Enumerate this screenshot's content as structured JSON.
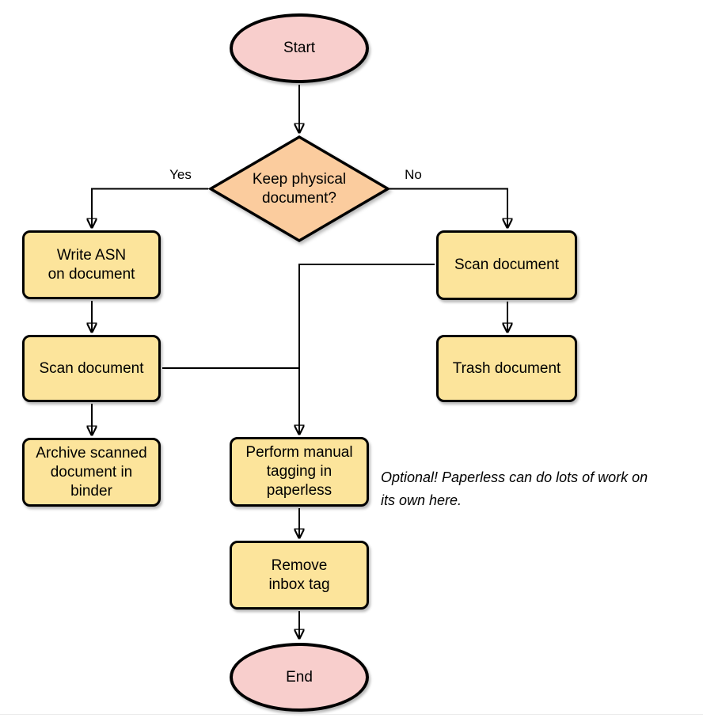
{
  "colors": {
    "background": "#ffffff",
    "terminal_fill": "#f8cecc",
    "decision_fill": "#fbcc9e",
    "process_fill": "#fce49b",
    "stroke": "#000000",
    "divider": "#ececec"
  },
  "nodes": {
    "start": {
      "label": "Start"
    },
    "decision": {
      "label": "Keep physical\ndocument?"
    },
    "write_asn": {
      "label": "Write ASN\non document"
    },
    "scan_left": {
      "label": "Scan document"
    },
    "archive": {
      "label": "Archive scanned\ndocument in\nbinder"
    },
    "scan_right": {
      "label": "Scan document"
    },
    "trash": {
      "label": "Trash document"
    },
    "tagging": {
      "label": "Perform manual\ntagging in\npaperless"
    },
    "remove_inbox": {
      "label": "Remove\ninbox tag"
    },
    "end": {
      "label": "End"
    }
  },
  "edge_labels": {
    "yes": "Yes",
    "no": "No"
  },
  "annotation": {
    "text": "Optional! Paperless can do lots of work on\nits own here."
  }
}
